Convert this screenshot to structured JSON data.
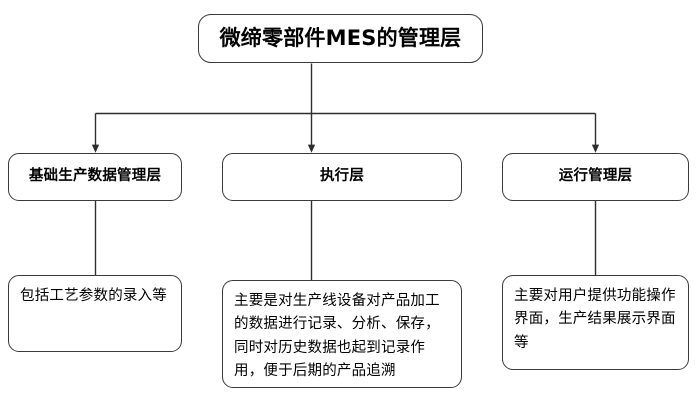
{
  "diagram": {
    "type": "hierarchy-tree",
    "title": "微缔零部件MES的管理层",
    "background_color": "#ffffff",
    "line_color": "#3a3a3a",
    "text_color": "#000000",
    "root": {
      "label": "微缔零部件MES的管理层"
    },
    "layers": [
      {
        "label": "基础生产数据管理层"
      },
      {
        "label": "执行层"
      },
      {
        "label": "运行管理层"
      }
    ],
    "details": [
      {
        "label": "包括工艺参数的录入等"
      },
      {
        "label": "主要是对生产线设备对产品加工的数据进行记录、分析、保存，同时对历史数据也起到记录作用，便于后期的产品追溯"
      },
      {
        "label": "主要对用户提供功能操作界面，生产结果展示界面等"
      }
    ]
  }
}
